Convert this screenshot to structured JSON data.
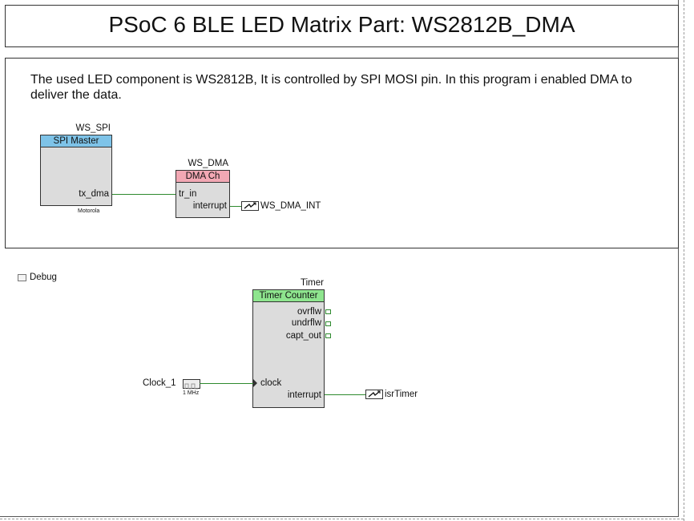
{
  "title": "PSoC 6 BLE LED Matrix Part: WS2812B_DMA",
  "description": "The used LED component is WS2812B, It is controlled by SPI MOSI pin. In this program i enabled DMA to deliver the data.",
  "spi": {
    "instance": "WS_SPI",
    "header": "SPI Master",
    "pin": "tx_dma",
    "footer": "Motorola",
    "color": "#7ec3e8"
  },
  "dma": {
    "instance": "WS_DMA",
    "header": "DMA Ch",
    "pin_in": "tr_in",
    "pin_out": "interrupt",
    "color": "#f2a8b4"
  },
  "dma_isr": {
    "label": "WS_DMA_INT"
  },
  "debug": {
    "label": "Debug"
  },
  "timer": {
    "instance": "Timer",
    "header": "Timer Counter",
    "pins_out": [
      "ovrflw",
      "undrflw",
      "capt_out"
    ],
    "pin_clock": "clock",
    "pin_int": "interrupt",
    "color": "#8ee58e"
  },
  "clock": {
    "label": "Clock_1",
    "freq": "1 MHz"
  },
  "timer_isr": {
    "label": "isrTimer"
  },
  "wire_color": "#2f8a2f"
}
